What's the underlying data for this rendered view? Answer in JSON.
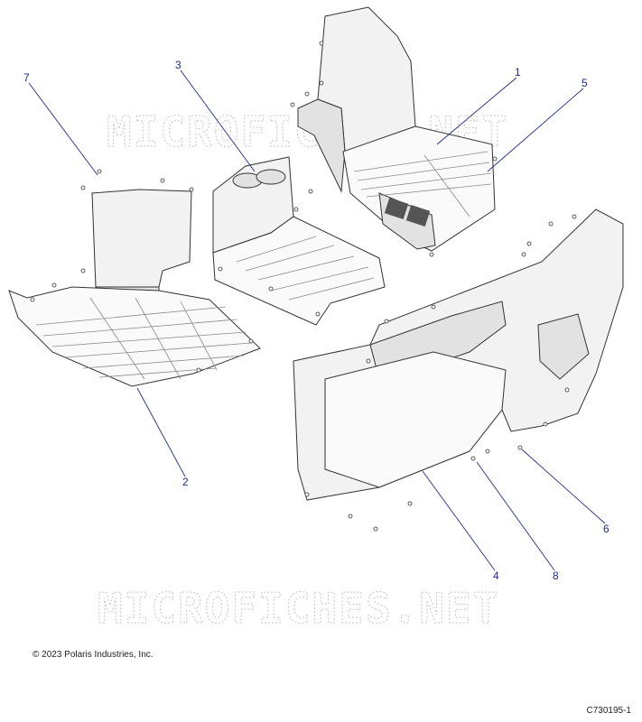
{
  "watermark_text": "MICROFICHES.NET",
  "copyright": "© 2023 Polaris Industries, Inc.",
  "figure_id": "C730195-1",
  "callouts": [
    "1",
    "2",
    "3",
    "4",
    "5",
    "6",
    "7",
    "8"
  ],
  "colors": {
    "callout": "#1f2a8c",
    "line": "#333333",
    "part_fill": "#f2f2f2"
  }
}
